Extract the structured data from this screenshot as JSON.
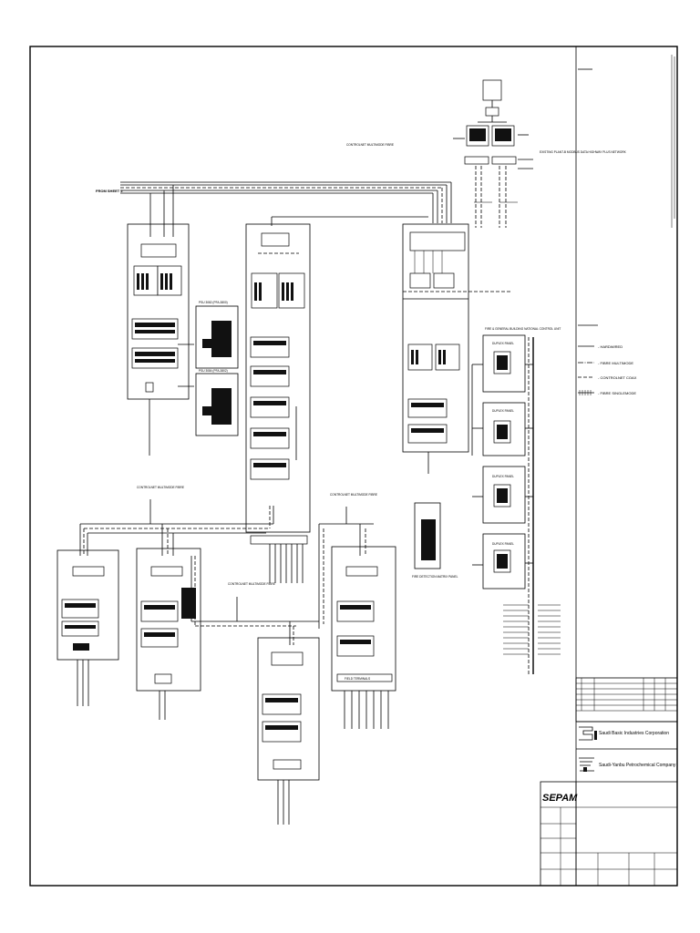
{
  "title_block": {
    "company1": "Saudi Basic Industries Corporation",
    "company2": "Saudi-Yanbu Petrochemical Company",
    "brand": "SEPAM"
  },
  "legend": {
    "items": [
      {
        "label": "- HARDWIRED",
        "style": "solid"
      },
      {
        "label": "- FIBRE MULTIMODE",
        "style": "dashdot"
      },
      {
        "label": "- CONTROLNET COAX",
        "style": "dash"
      },
      {
        "label": "- FIBRE SINGLEMODE",
        "style": "hatched"
      }
    ]
  },
  "labels": {
    "from_sheet": "FROM SHEET 2",
    "controlnet_top": "CONTROLNET MULTIMODE FIBRE",
    "existing_plant": "EXISTING PLANT-B MODBUS DATA HIGHWAY PLUS NETWORK",
    "psu_a": "PSU 3082 (PFA-3800)",
    "psu_b": "PSU 3084 (PFA-3802)",
    "fire_panel": "FIRE & GENERAL BUILDING NATIONAL CONTROL UNIT",
    "duplex1": "DUPLEX PANEL",
    "duplex2": "DUPLEX PANEL",
    "duplex3": "DUPLEX PANEL",
    "duplex4": "DUPLEX PANEL",
    "controlnet_mid": "CONTROLNET MULTIMODE FIBRE",
    "controlnet_right": "CONTROLNET MULTIMODE FIBRE",
    "controlnet_low": "CONTROLNET MULTIMODE FIBRE",
    "field_terminals": "FIELD TERMINALS",
    "fire_matrix": "FIRE DETECTION MATRIX PANEL"
  }
}
